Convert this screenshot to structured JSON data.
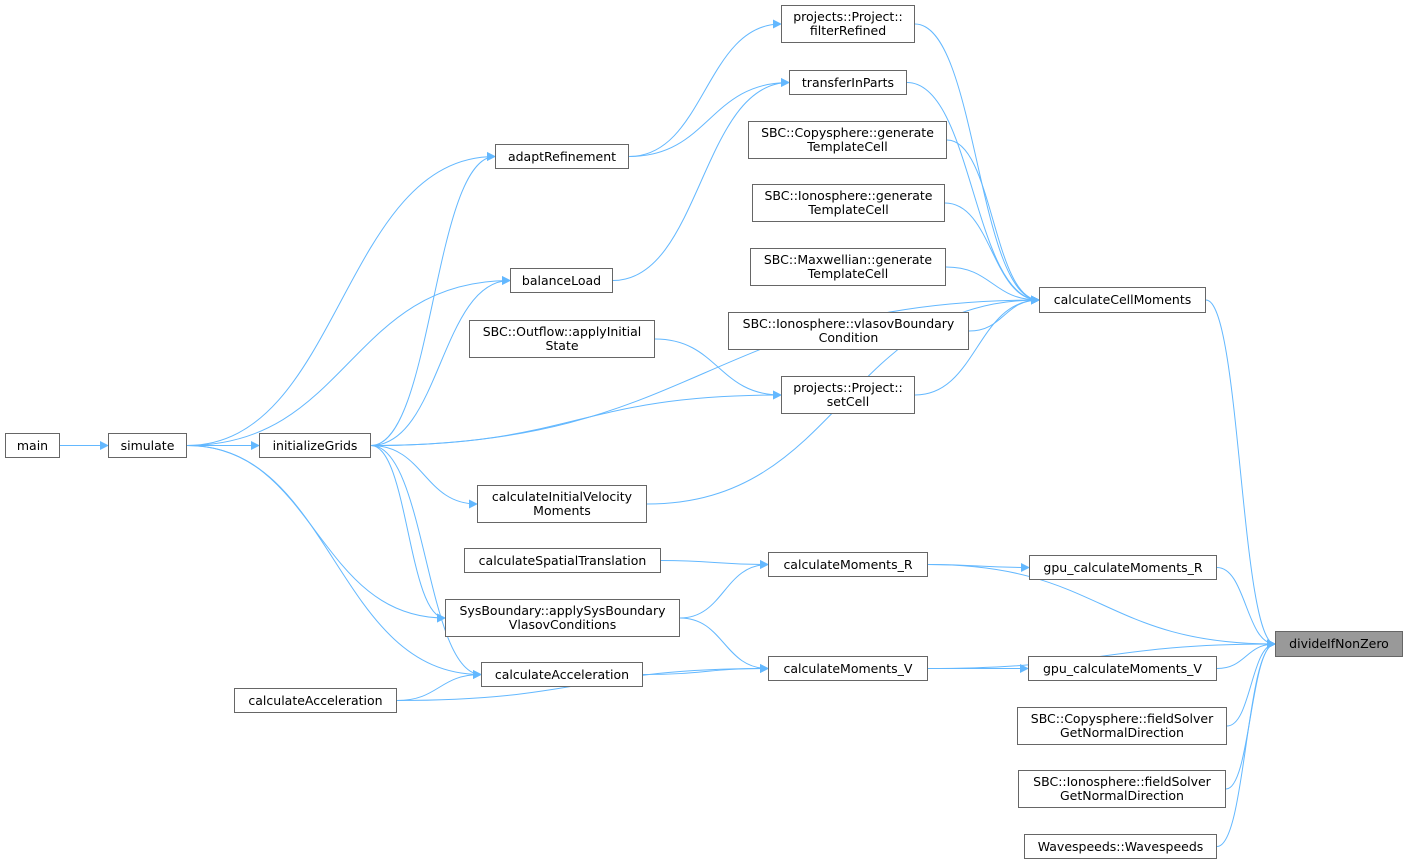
{
  "graph": {
    "edge_color": "#63b8ff",
    "node_border": "#666666",
    "focus_fill": "#999999",
    "nodes": {
      "main": [
        "main"
      ],
      "simulate": [
        "simulate"
      ],
      "initializeGrids": [
        "initializeGrids"
      ],
      "adaptRefinement": [
        "adaptRefinement"
      ],
      "balanceLoad": [
        "balanceLoad"
      ],
      "filterRefined": [
        "projects::Project::",
        "filterRefined"
      ],
      "transferInParts": [
        "transferInParts"
      ],
      "copysphereGen": [
        "SBC::Copysphere::generate",
        "TemplateCell"
      ],
      "ionosphereGen": [
        "SBC::Ionosphere::generate",
        "TemplateCell"
      ],
      "maxwellianGen": [
        "SBC::Maxwellian::generate",
        "TemplateCell"
      ],
      "ionosphereVlasov": [
        "SBC::Ionosphere::vlasovBoundary",
        "Condition"
      ],
      "outflowApply": [
        "SBC::Outflow::applyInitial",
        "State"
      ],
      "setCell": [
        "projects::Project::",
        "setCell"
      ],
      "calculateCellMoments": [
        "calculateCellMoments"
      ],
      "calcInitialVelocityMoments": [
        "calculateInitialVelocity",
        "Moments"
      ],
      "calcSpatialTranslation": [
        "calculateSpatialTranslation"
      ],
      "calcMomentsR": [
        "calculateMoments_R"
      ],
      "gpuCalcMomentsR": [
        "gpu_calculateMoments_R"
      ],
      "applySysBoundary": [
        "SysBoundary::applySysBoundary",
        "VlasovConditions"
      ],
      "calcAccelerationInner": [
        "calculateAcceleration"
      ],
      "calcAccelerationOuter": [
        "calculateAcceleration"
      ],
      "calcMomentsV": [
        "calculateMoments_V"
      ],
      "gpuCalcMomentsV": [
        "gpu_calculateMoments_V"
      ],
      "copysphereField": [
        "SBC::Copysphere::fieldSolver",
        "GetNormalDirection"
      ],
      "ionosphereField": [
        "SBC::Ionosphere::fieldSolver",
        "GetNormalDirection"
      ],
      "wavespeeds": [
        "Wavespeeds::Wavespeeds"
      ],
      "divideIfNonZero": [
        "divideIfNonZero"
      ]
    },
    "focus_node": "divideIfNonZero",
    "edges": [
      [
        "main",
        "simulate"
      ],
      [
        "simulate",
        "initializeGrids"
      ],
      [
        "simulate",
        "adaptRefinement"
      ],
      [
        "simulate",
        "balanceLoad"
      ],
      [
        "simulate",
        "applySysBoundary"
      ],
      [
        "simulate",
        "calcAccelerationInner"
      ],
      [
        "initializeGrids",
        "adaptRefinement"
      ],
      [
        "initializeGrids",
        "balanceLoad"
      ],
      [
        "initializeGrids",
        "setCell"
      ],
      [
        "initializeGrids",
        "calculateCellMoments"
      ],
      [
        "initializeGrids",
        "calcInitialVelocityMoments"
      ],
      [
        "initializeGrids",
        "applySysBoundary"
      ],
      [
        "initializeGrids",
        "calcAccelerationInner"
      ],
      [
        "adaptRefinement",
        "filterRefined"
      ],
      [
        "adaptRefinement",
        "transferInParts"
      ],
      [
        "balanceLoad",
        "transferInParts"
      ],
      [
        "filterRefined",
        "calculateCellMoments"
      ],
      [
        "transferInParts",
        "calculateCellMoments"
      ],
      [
        "copysphereGen",
        "calculateCellMoments"
      ],
      [
        "ionosphereGen",
        "calculateCellMoments"
      ],
      [
        "maxwellianGen",
        "calculateCellMoments"
      ],
      [
        "ionosphereVlasov",
        "calculateCellMoments"
      ],
      [
        "outflowApply",
        "setCell"
      ],
      [
        "setCell",
        "calculateCellMoments"
      ],
      [
        "calcInitialVelocityMoments",
        "calculateCellMoments"
      ],
      [
        "calcSpatialTranslation",
        "calcMomentsR"
      ],
      [
        "applySysBoundary",
        "calcMomentsR"
      ],
      [
        "applySysBoundary",
        "calcMomentsV"
      ],
      [
        "calcAccelerationInner",
        "calcMomentsV"
      ],
      [
        "calcAccelerationOuter",
        "calcAccelerationInner"
      ],
      [
        "calcAccelerationOuter",
        "calcMomentsV"
      ],
      [
        "calcMomentsR",
        "gpuCalcMomentsR"
      ],
      [
        "calcMomentsV",
        "gpuCalcMomentsV"
      ],
      [
        "calculateCellMoments",
        "divideIfNonZero"
      ],
      [
        "calcMomentsR",
        "divideIfNonZero"
      ],
      [
        "gpuCalcMomentsR",
        "divideIfNonZero"
      ],
      [
        "calcMomentsV",
        "divideIfNonZero"
      ],
      [
        "gpuCalcMomentsV",
        "divideIfNonZero"
      ],
      [
        "copysphereField",
        "divideIfNonZero"
      ],
      [
        "ionosphereField",
        "divideIfNonZero"
      ],
      [
        "wavespeeds",
        "divideIfNonZero"
      ]
    ]
  }
}
